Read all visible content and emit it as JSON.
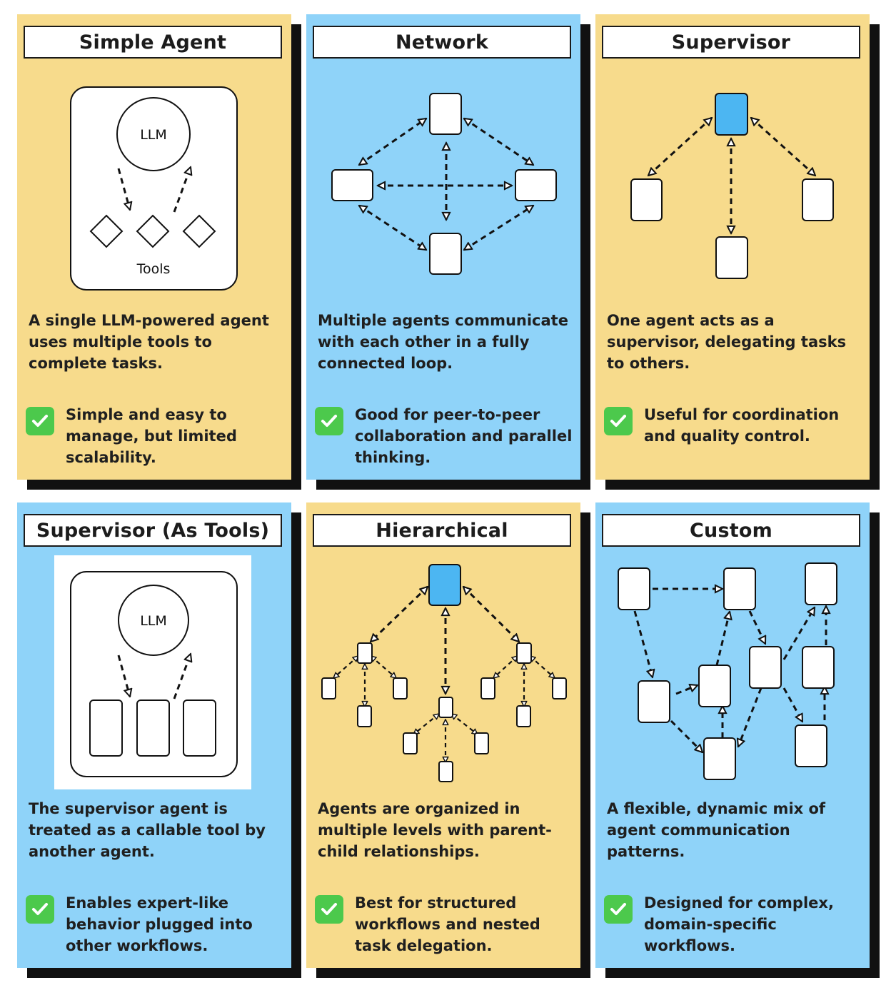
{
  "cards": [
    {
      "title": "Simple Agent",
      "diagram": {
        "llm_label": "LLM",
        "tools_label": "Tools"
      },
      "description": "A single LLM-powered agent uses multiple tools to complete tasks.",
      "benefit": "Simple and easy to manage, but limited scalability."
    },
    {
      "title": "Network",
      "description": "Multiple agents communicate with each other in a fully connected loop.",
      "benefit": "Good for peer-to-peer collaboration and parallel thinking."
    },
    {
      "title": "Supervisor",
      "description": "One agent acts as a supervisor, delegating tasks to others.",
      "benefit": "Useful for coordination and quality control."
    },
    {
      "title": "Supervisor (As Tools)",
      "diagram": {
        "llm_label": "LLM"
      },
      "description": "The supervisor agent is treated as a callable tool by another agent.",
      "benefit": "Enables expert-like behavior plugged into other workflows."
    },
    {
      "title": "Hierarchical",
      "description": "Agents are organized in multiple levels with parent-child relationships.",
      "benefit": "Best for structured workflows and nested task delegation."
    },
    {
      "title": "Custom",
      "description": "A flexible, dynamic mix of agent communication patterns.",
      "benefit": "Designed for complex, domain-specific workflows."
    }
  ],
  "colors": {
    "yellow": "#f7db8c",
    "blue": "#8fd3f9",
    "supervisor_node": "#4cb6f2",
    "check": "#4cc94c"
  },
  "icons": {
    "benefit": "check-icon"
  }
}
